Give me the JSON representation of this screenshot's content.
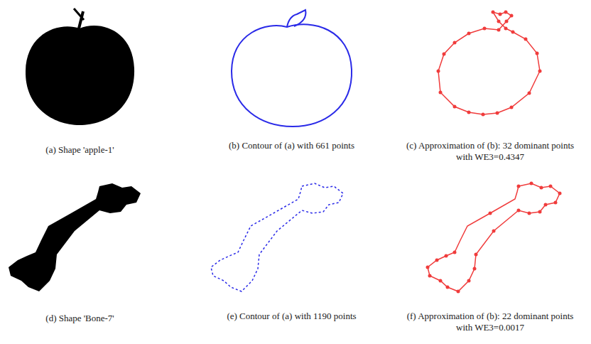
{
  "diagram": {
    "labels": [
      "(a) Shape 'apple-1'",
      "(b) Contour of (a) with 661 points",
      "(c) Approximation of (b): 32 dominant points with WE3=0.4347",
      "(d) Shape 'Bone-7'",
      "(e) Contour of (a) with 1190 points",
      "(f) Approximation of (b): 22 dominant points with WE3=0.0017"
    ]
  }
}
